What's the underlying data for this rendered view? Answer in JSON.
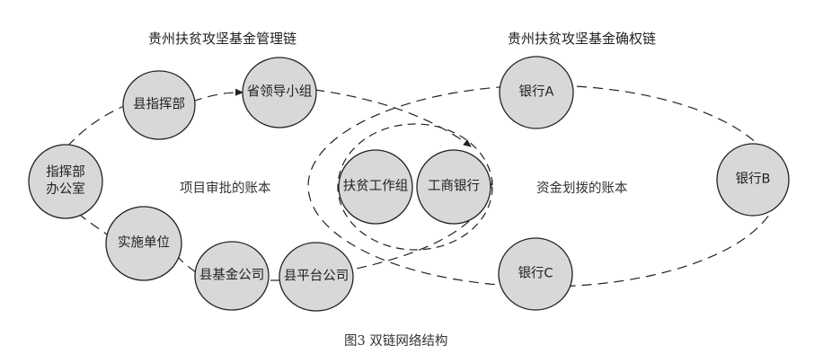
{
  "chains": {
    "management": {
      "title": "贵州扶贫攻坚基金管理链",
      "region_label": "项目审批的账本"
    },
    "rights": {
      "title": "贵州扶贫攻坚基金确权链",
      "region_label": "资金划拨的账本"
    }
  },
  "nodes": {
    "county_hq": "县指挥部",
    "provincial_group": "省领导小组",
    "hq_office_line1": "指挥部",
    "hq_office_line2": "办公室",
    "implementer": "实施单位",
    "county_fund_co": "县基金公司",
    "county_platform_co": "县平台公司",
    "poverty_task_group": "扶贫工作组",
    "icbc": "工商银行",
    "bank_a": "银行A",
    "bank_b": "银行B",
    "bank_c": "银行C"
  },
  "caption": "图3  双链网络结构",
  "colors": {
    "node_fill": "#d8d8d8",
    "stroke": "#222222",
    "background": "#ffffff"
  }
}
